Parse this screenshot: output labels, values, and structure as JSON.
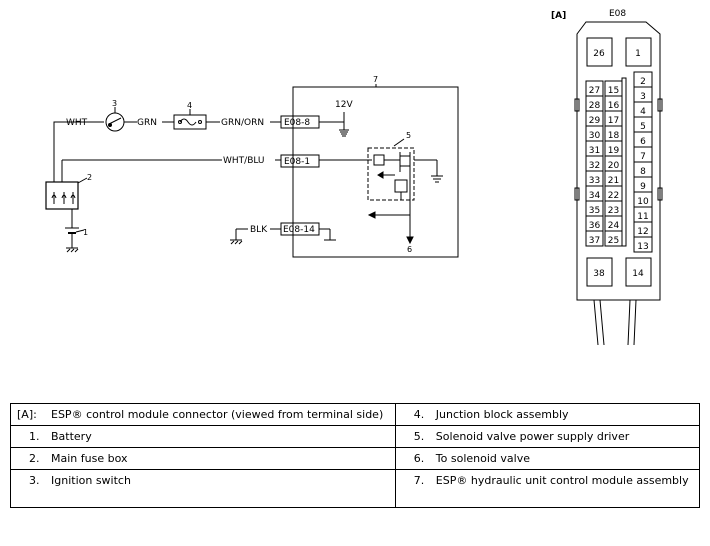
{
  "diagram": {
    "wire_labels": {
      "wht": "WHT",
      "grn": "GRN",
      "grn_orn": "GRN/ORN",
      "wht_blu": "WHT/BLU",
      "blk": "BLK"
    },
    "terminal_labels": {
      "e08_8": "E08-8",
      "e08_1": "E08-1",
      "e08_14": "E08-14"
    },
    "voltage": "12V",
    "callouts": {
      "c1": "1",
      "c2": "2",
      "c3": "3",
      "c4": "4",
      "c5": "5",
      "c6": "6",
      "c7": "7"
    }
  },
  "connector": {
    "view_label": "[A]",
    "name": "E08",
    "top_pins": [
      "26",
      "1"
    ],
    "left_pins": [
      "27",
      "28",
      "29",
      "30",
      "31",
      "32",
      "33",
      "34",
      "35",
      "36",
      "37"
    ],
    "middle_pins": [
      "15",
      "16",
      "17",
      "18",
      "19",
      "20",
      "21",
      "22",
      "23",
      "24",
      "25"
    ],
    "right_pins": [
      "2",
      "3",
      "4",
      "5",
      "6",
      "7",
      "8",
      "9",
      "10",
      "11",
      "12",
      "13"
    ],
    "bottom_pins": [
      "38",
      "14"
    ]
  },
  "legend": [
    {
      "key": "[A]:",
      "text": "ESP® control module connector (viewed from terminal side)"
    },
    {
      "key": "4.",
      "text": "Junction block assembly"
    },
    {
      "key": "1.",
      "text": "Battery"
    },
    {
      "key": "5.",
      "text": "Solenoid valve power supply driver"
    },
    {
      "key": "2.",
      "text": "Main fuse box"
    },
    {
      "key": "6.",
      "text": "To solenoid valve"
    },
    {
      "key": "3.",
      "text": "Ignition switch"
    },
    {
      "key": "7.",
      "text": "ESP® hydraulic unit control module assembly"
    }
  ]
}
